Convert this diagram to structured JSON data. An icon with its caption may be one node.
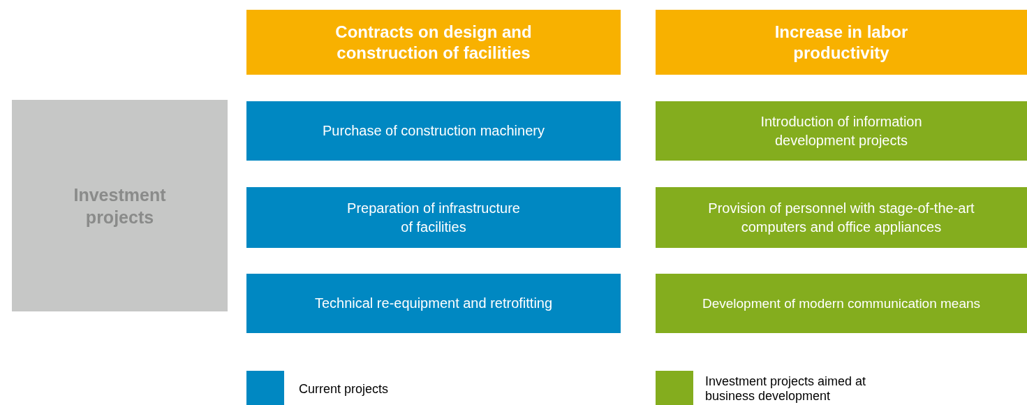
{
  "diagram": {
    "nodes": [
      {
        "text": [
          "Investment projects"
        ]
      },
      {
        "text": [
          "Contracts on design and construction of facilities"
        ]
      },
      {
        "text": [
          "Increase in labor productivity"
        ]
      },
      {
        "text": [
          "Purchase of construction machinery"
        ]
      },
      {
        "text": [
          "Preparation of infrastructure of facilities"
        ]
      },
      {
        "text": [
          "Technical re-equipment and retrofitting"
        ]
      },
      {
        "text": [
          "Introduction of information development projects"
        ]
      },
      {
        "text": [
          "Provision of personnel with stage-of-the-art computers and office appliances"
        ]
      },
      {
        "text": [
          "Development of modern communication means"
        ]
      }
    ],
    "legend": [
      {
        "text": "Current projects",
        "color": "#0088c2"
      },
      {
        "text": "Investment projects aimed at business development",
        "color": "#84ad1e"
      }
    ]
  }
}
